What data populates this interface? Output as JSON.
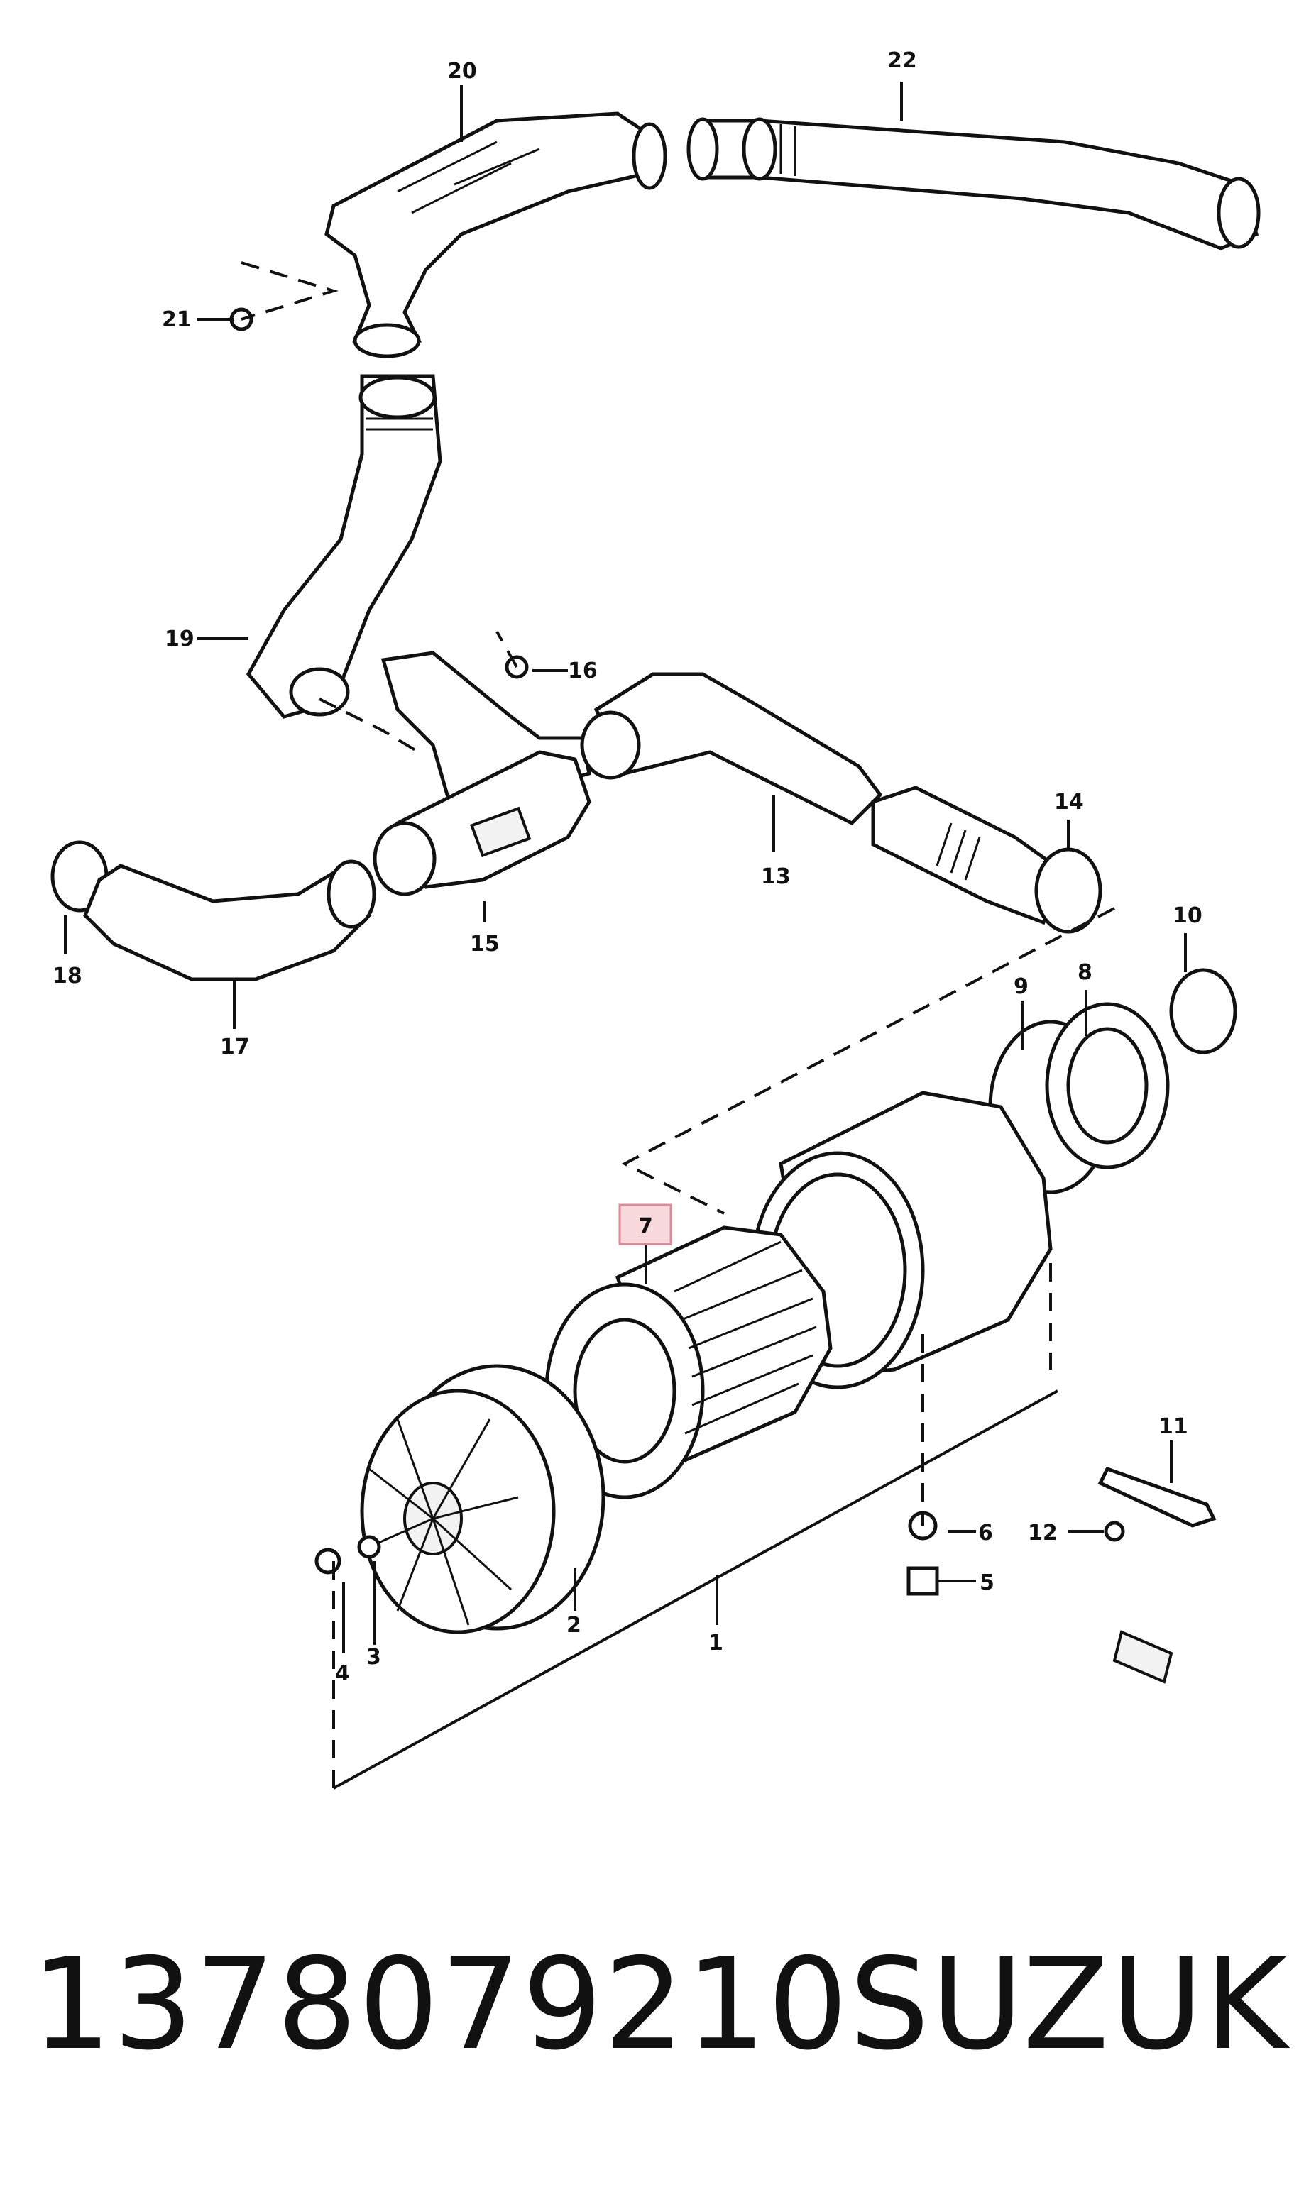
{
  "diagram": {
    "callouts": [
      "20",
      "22",
      "21",
      "19",
      "16",
      "13",
      "14",
      "18",
      "17",
      "15",
      "10",
      "9",
      "8",
      "7",
      "11",
      "6",
      "12",
      "5",
      "4",
      "3",
      "2",
      "1"
    ],
    "highlighted_callout": "7",
    "highlight_color": "#f7d8dc"
  },
  "caption": {
    "part_number": "1378079210",
    "brand": "SUZUKI"
  }
}
